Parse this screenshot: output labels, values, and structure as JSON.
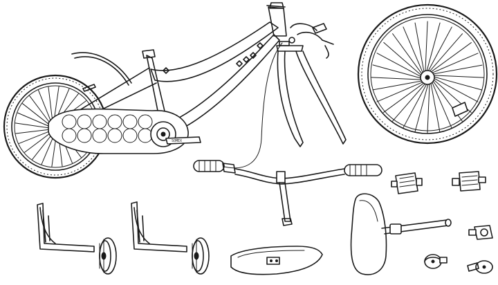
{
  "figure": {
    "decals": {
      "crank_text": "SOMEX"
    },
    "parts": [
      "frame",
      "rear-wheel",
      "front-wheel",
      "chain-guard",
      "fork",
      "handlebar",
      "brake-cable",
      "pedal-left",
      "pedal-right",
      "training-wheel-left",
      "training-wheel-right",
      "front-fender",
      "saddle",
      "reflector",
      "bell",
      "valve-cap"
    ]
  }
}
